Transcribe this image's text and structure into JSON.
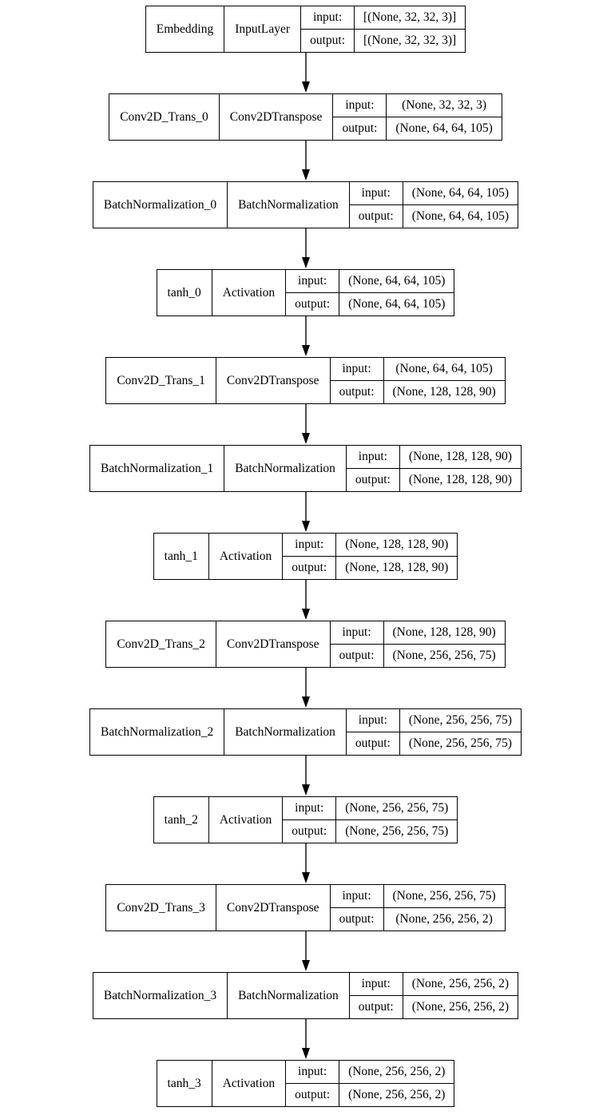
{
  "diagram": {
    "background_color": "#ffffff",
    "border_color": "#000000",
    "text_color": "#000000",
    "io_labels": {
      "input": "input:",
      "output": "output:"
    },
    "nodes": [
      {
        "name": "Embedding",
        "type": "InputLayer",
        "input": "[(None, 32, 32, 3)]",
        "output": "[(None, 32, 32, 3)]"
      },
      {
        "name": "Conv2D_Trans_0",
        "type": "Conv2DTranspose",
        "input": "(None, 32, 32, 3)",
        "output": "(None, 64, 64, 105)"
      },
      {
        "name": "BatchNormalization_0",
        "type": "BatchNormalization",
        "input": "(None, 64, 64, 105)",
        "output": "(None, 64, 64, 105)"
      },
      {
        "name": "tanh_0",
        "type": "Activation",
        "input": "(None, 64, 64, 105)",
        "output": "(None, 64, 64, 105)"
      },
      {
        "name": "Conv2D_Trans_1",
        "type": "Conv2DTranspose",
        "input": "(None, 64, 64, 105)",
        "output": "(None, 128, 128, 90)"
      },
      {
        "name": "BatchNormalization_1",
        "type": "BatchNormalization",
        "input": "(None, 128, 128, 90)",
        "output": "(None, 128, 128, 90)"
      },
      {
        "name": "tanh_1",
        "type": "Activation",
        "input": "(None, 128, 128, 90)",
        "output": "(None, 128, 128, 90)"
      },
      {
        "name": "Conv2D_Trans_2",
        "type": "Conv2DTranspose",
        "input": "(None, 128, 128, 90)",
        "output": "(None, 256, 256, 75)"
      },
      {
        "name": "BatchNormalization_2",
        "type": "BatchNormalization",
        "input": "(None, 256, 256, 75)",
        "output": "(None, 256, 256, 75)"
      },
      {
        "name": "tanh_2",
        "type": "Activation",
        "input": "(None, 256, 256, 75)",
        "output": "(None, 256, 256, 75)"
      },
      {
        "name": "Conv2D_Trans_3",
        "type": "Conv2DTranspose",
        "input": "(None, 256, 256, 75)",
        "output": "(None, 256, 256, 2)"
      },
      {
        "name": "BatchNormalization_3",
        "type": "BatchNormalization",
        "input": "(None, 256, 256, 2)",
        "output": "(None, 256, 256, 2)"
      },
      {
        "name": "tanh_3",
        "type": "Activation",
        "input": "(None, 256, 256, 2)",
        "output": "(None, 256, 256, 2)"
      }
    ]
  }
}
